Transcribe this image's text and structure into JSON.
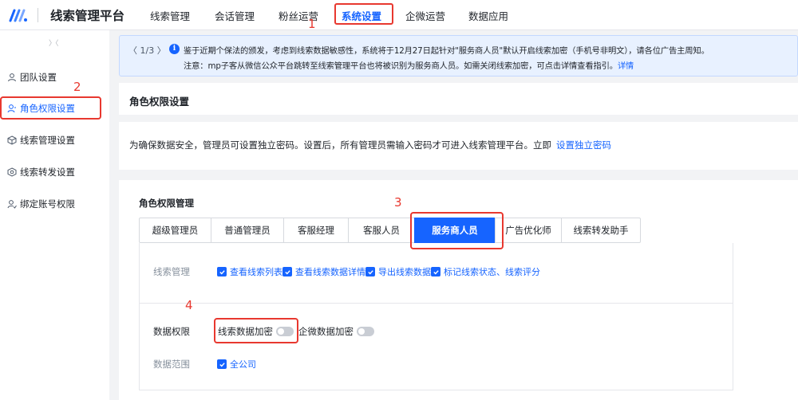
{
  "app": {
    "title": "线索管理平台"
  },
  "nav": {
    "items": [
      {
        "label": "线索管理"
      },
      {
        "label": "会话管理"
      },
      {
        "label": "粉丝运营"
      },
      {
        "label": "系统设置"
      },
      {
        "label": "企微运营"
      },
      {
        "label": "数据应用"
      }
    ],
    "active_index": 3
  },
  "steps": {
    "one": "1",
    "two": "2",
    "three": "3",
    "four": "4"
  },
  "sidebar": {
    "collapse_icon": "collapse-chevrons",
    "items": [
      {
        "label": "团队设置",
        "icon": "team-icon"
      },
      {
        "label": "角色权限设置",
        "icon": "user-role-icon"
      },
      {
        "label": "线索管理设置",
        "icon": "cube-icon"
      },
      {
        "label": "线索转发设置",
        "icon": "settings-cube-icon"
      },
      {
        "label": "绑定账号权限",
        "icon": "bind-user-icon"
      }
    ],
    "active_index": 1
  },
  "notice": {
    "pager": "〈 1/3 〉",
    "line1": "鉴于近期个保法的颁发，考虑到线索数据敏感性，系统将于12月27日起针对\"服务商人员\"默认开启线索加密（手机号非明文），请各位广告主周知。",
    "line2": "注意：mp子客从微信公众平台跳转至线索管理平台也将被识别为服务商人员。如需关闭线索加密，可点击详情查看指引。",
    "link": "详情"
  },
  "page": {
    "title": "角色权限设置"
  },
  "security": {
    "text": "为确保数据安全，管理员可设置独立密码。设置后，所有管理员需输入密码才可进入线索管理平台。立即",
    "link": "设置独立密码"
  },
  "role_mgmt": {
    "title": "角色权限管理",
    "tabs": [
      {
        "label": "超级管理员"
      },
      {
        "label": "普通管理员"
      },
      {
        "label": "客服经理"
      },
      {
        "label": "客服人员"
      },
      {
        "label": "服务商人员"
      },
      {
        "label": "广告优化师"
      },
      {
        "label": "线索转发助手"
      }
    ],
    "active_tab_index": 4
  },
  "permissions": {
    "lead_mgmt": {
      "label": "线索管理",
      "options": [
        {
          "label": "查看线索列表",
          "checked": true
        },
        {
          "label": "查看线索数据详情",
          "checked": true
        },
        {
          "label": "导出线索数据",
          "checked": true
        },
        {
          "label": "标记线索状态、线索评分",
          "checked": true
        }
      ]
    },
    "data_perm": {
      "label": "数据权限",
      "switches": [
        {
          "label": "线索数据加密",
          "on": false
        },
        {
          "label": "企微数据加密",
          "on": false
        }
      ]
    },
    "data_scope": {
      "label": "数据范围",
      "option": {
        "label": "全公司",
        "checked": true
      }
    }
  },
  "colors": {
    "accent": "#1664ff",
    "annotation": "#e8382f",
    "notice_bg": "#e8f1ff",
    "page_bg": "#f2f3f5"
  }
}
